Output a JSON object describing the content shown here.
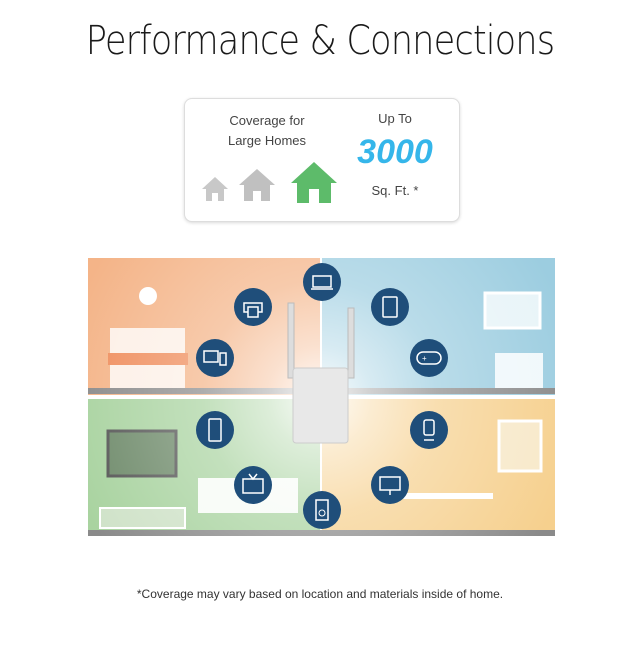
{
  "title": "Performance & Connections",
  "coverage_card": {
    "coverage_label_line1": "Coverage for",
    "coverage_label_line2": "Large Homes",
    "up_to": "Up To",
    "area_value": "3000",
    "area_unit": "Sq. Ft. *",
    "accent_color": "#35b6ea",
    "house_active_color": "#5dbb6a"
  },
  "illustration": {
    "devices": [
      "laptop-icon",
      "printer-icon",
      "desktop-icon",
      "tablet-icon",
      "gamepad-icon",
      "smartphone-icon",
      "tv-icon",
      "smart-plug-icon",
      "ip-camera-icon",
      "monitor-icon"
    ]
  },
  "footnote": "*Coverage may vary based on location and materials inside of home."
}
